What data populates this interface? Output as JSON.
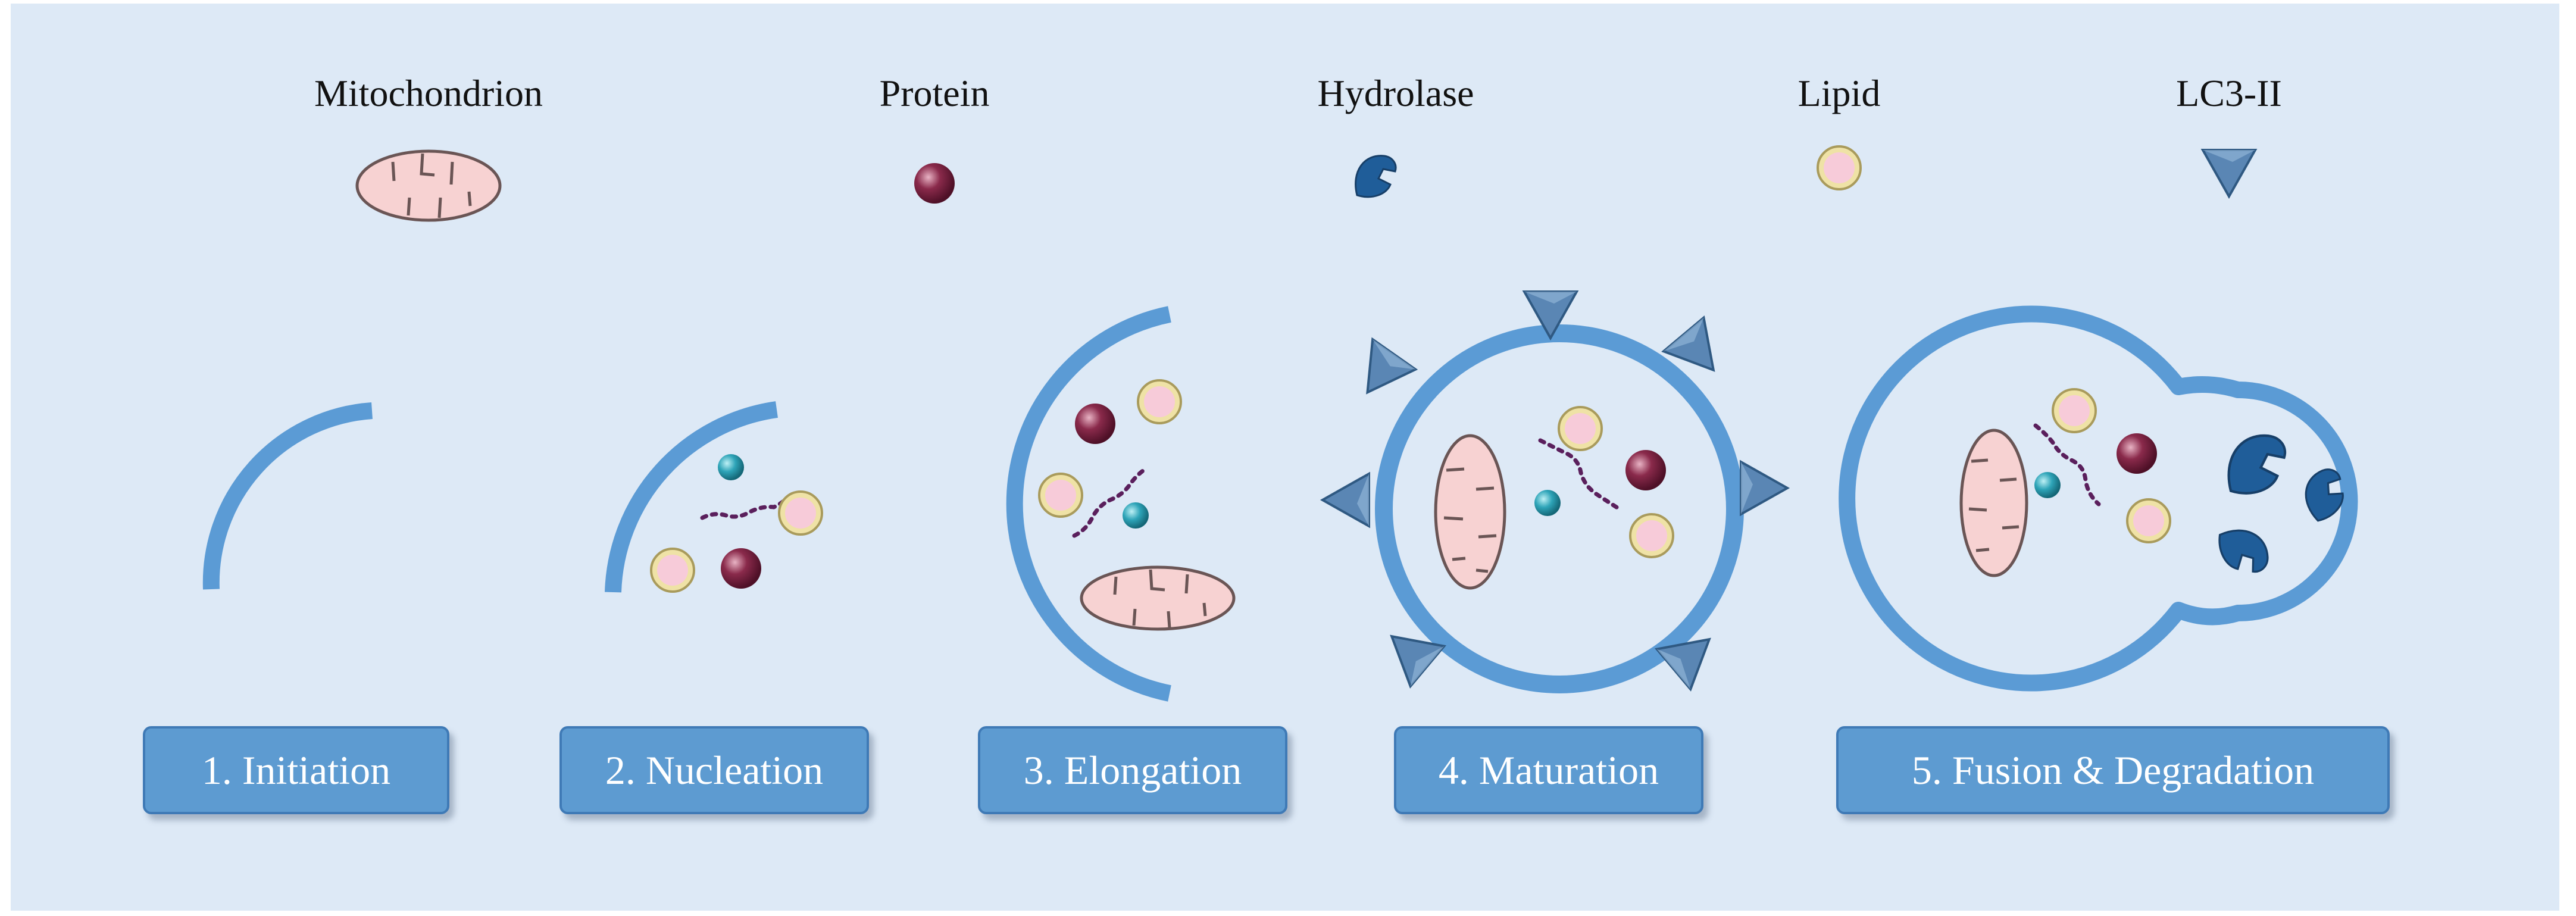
{
  "legend": {
    "mitochondrion": "Mitochondrion",
    "protein": "Protein",
    "hydrolase": "Hydrolase",
    "lipid": "Lipid",
    "lc3": "LC3-II"
  },
  "stages": [
    {
      "label": "1. Initiation"
    },
    {
      "label": "2. Nucleation"
    },
    {
      "label": "3. Elongation"
    },
    {
      "label": "4. Maturation"
    },
    {
      "label": "5. Fusion & Degradation"
    }
  ],
  "colors": {
    "background": "#dde9f6",
    "membrane": "#5b9bd5",
    "mitochondrion_fill": "#f7d2d2",
    "protein": "#7a1f3d",
    "hydrolase": "#1f5d99",
    "lipid_ring": "#e6d89a",
    "lipid_core": "#f7c9d6",
    "lc3": "#4f7fae",
    "small_protein": "#2c9fb5",
    "dots": "#5a1f5c",
    "label_box": "#5d9bd1"
  }
}
